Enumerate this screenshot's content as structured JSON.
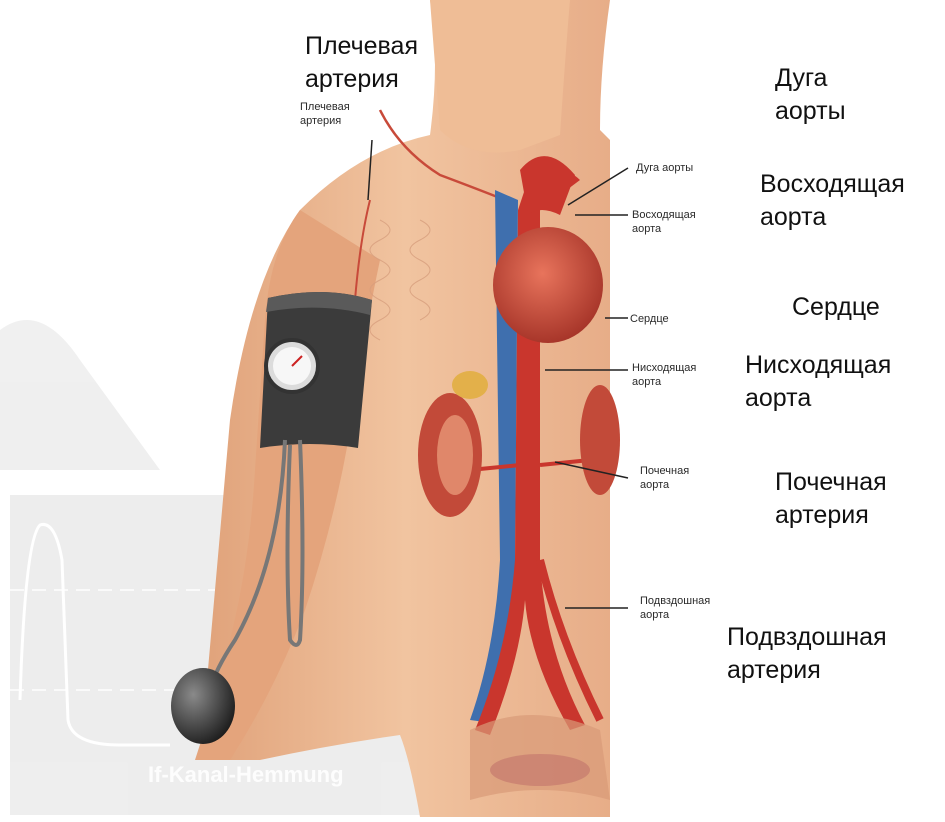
{
  "small_labels": {
    "brachial": "Плечевая\nартерия",
    "arch": "Дуга аорты",
    "ascending": "Восходящая\nаорта",
    "heart": "Сердце",
    "descending": "Нисходящая\nаорта",
    "renal": "Почечная\nаорта",
    "iliac": "Подвздошная\nаорта"
  },
  "captions": {
    "brachial": "Плечевая\nартерия",
    "arch": "Дуга\nаорты",
    "ascending": "Восходящая\nаорта",
    "heart": "Сердце",
    "descending": "Нисходящая\nаорта",
    "renal": "Почечная\nартерия",
    "iliac": "Подвздошная\nартерия"
  },
  "watermark": {
    "text": "If-Kanal-Hemmung"
  }
}
